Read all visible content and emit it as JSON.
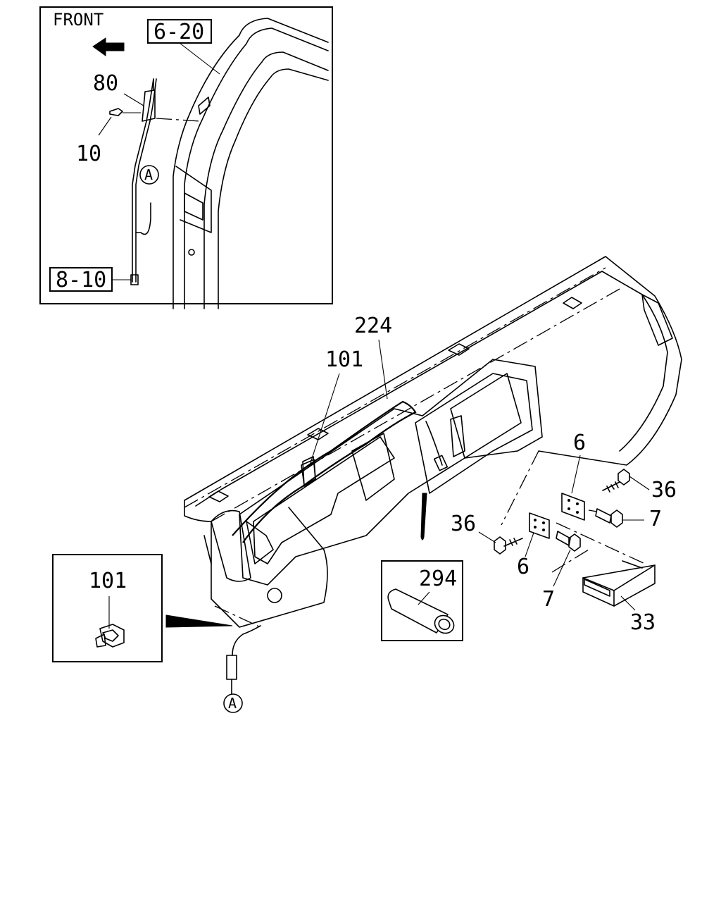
{
  "inset_top": {
    "direction_label": "FRONT",
    "ref_6_20": "6-20",
    "ref_8_10": "8-10",
    "callout_80": "80",
    "callout_10": "10",
    "connector_a": "A"
  },
  "main": {
    "callout_224": "224",
    "callout_101": "101",
    "callout_6_upper": "6",
    "callout_36_upper": "36",
    "callout_7_upper": "7",
    "callout_36_lower": "36",
    "callout_6_lower": "6",
    "callout_7_lower": "7",
    "callout_33": "33",
    "connector_a": "A"
  },
  "inset_clip": {
    "callout_101": "101"
  },
  "inset_tube": {
    "callout_294": "294"
  }
}
